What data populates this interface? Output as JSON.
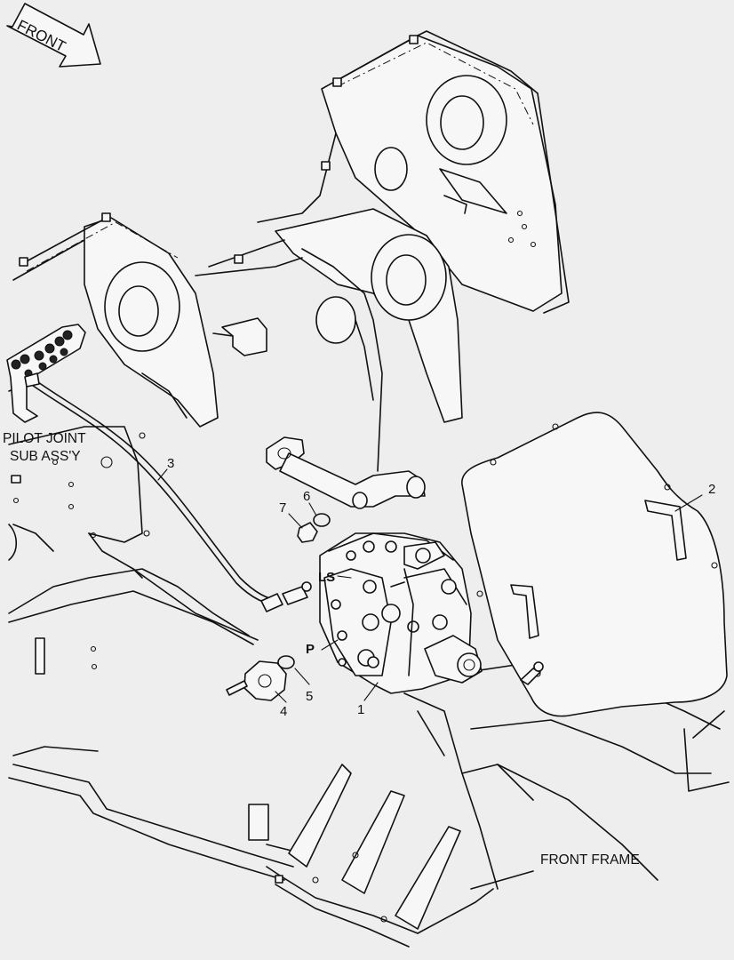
{
  "direction_arrow": {
    "label": "FRONT"
  },
  "titles": {
    "pilot_joint_line1": "PILOT JOINT",
    "pilot_joint_line2": "SUB ASS'Y",
    "front_frame": "FRONT FRAME"
  },
  "port_labels": {
    "ls": "LS",
    "p": "P"
  },
  "callouts": {
    "c1": "1",
    "c2": "2",
    "c3": "3",
    "c4": "4",
    "c5": "5",
    "c6": "6",
    "c7": "7"
  },
  "colors": {
    "background": "#eeeeee",
    "line": "#111111"
  }
}
